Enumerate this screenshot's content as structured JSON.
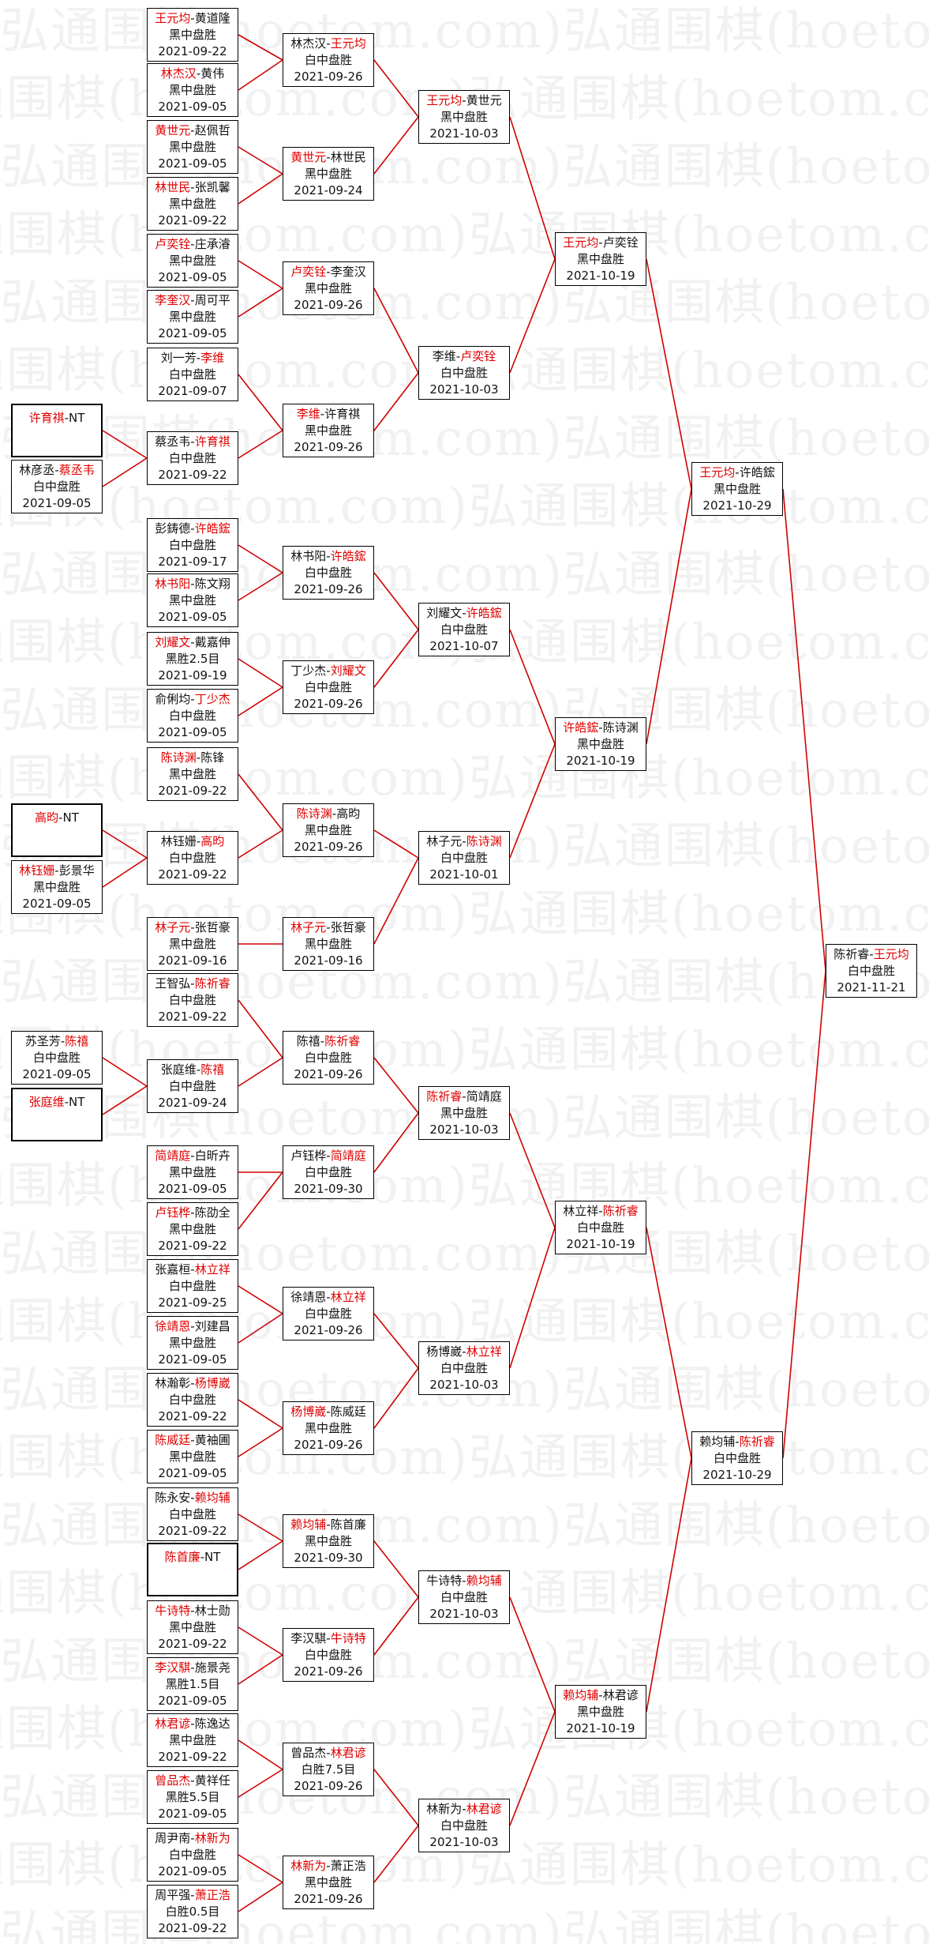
{
  "watermark": "弘通围棋(hoetom.com)",
  "colors": {
    "winner": "#e00000",
    "line": "#d00000",
    "border": "#000000"
  },
  "matches": {
    "final": {
      "a": "陈祈睿",
      "b": "王元均",
      "w": "b",
      "result": "白中盘胜",
      "date": "2021-11-21"
    },
    "sf1": {
      "a": "王元均",
      "b": "许皓鋐",
      "w": "a",
      "result": "黑中盘胜",
      "date": "2021-10-29"
    },
    "sf2": {
      "a": "赖均辅",
      "b": "陈祈睿",
      "w": "b",
      "result": "白中盘胜",
      "date": "2021-10-29"
    },
    "qf1": {
      "a": "王元均",
      "b": "卢奕铨",
      "w": "a",
      "result": "黑中盘胜",
      "date": "2021-10-19"
    },
    "qf2": {
      "a": "许皓鋐",
      "b": "陈诗渊",
      "w": "a",
      "result": "黑中盘胜",
      "date": "2021-10-19"
    },
    "qf3": {
      "a": "林立祥",
      "b": "陈祈睿",
      "w": "b",
      "result": "白中盘胜",
      "date": "2021-10-19"
    },
    "qf4": {
      "a": "赖均辅",
      "b": "林君谚",
      "w": "a",
      "result": "黑中盘胜",
      "date": "2021-10-19"
    },
    "r16_1": {
      "a": "王元均",
      "b": "黄世元",
      "w": "a",
      "result": "黑中盘胜",
      "date": "2021-10-03"
    },
    "r16_2": {
      "a": "李维",
      "b": "卢奕铨",
      "w": "b",
      "result": "白中盘胜",
      "date": "2021-10-03"
    },
    "r16_3": {
      "a": "刘耀文",
      "b": "许皓鋐",
      "w": "b",
      "result": "白中盘胜",
      "date": "2021-10-07"
    },
    "r16_4": {
      "a": "林子元",
      "b": "陈诗渊",
      "w": "b",
      "result": "白中盘胜",
      "date": "2021-10-01"
    },
    "r16_5": {
      "a": "陈祈睿",
      "b": "简靖庭",
      "w": "a",
      "result": "黑中盘胜",
      "date": "2021-10-03"
    },
    "r16_6": {
      "a": "杨博崴",
      "b": "林立祥",
      "w": "b",
      "result": "白中盘胜",
      "date": "2021-10-03"
    },
    "r16_7": {
      "a": "牛诗特",
      "b": "赖均辅",
      "w": "b",
      "result": "白中盘胜",
      "date": "2021-10-03"
    },
    "r16_8": {
      "a": "林新为",
      "b": "林君谚",
      "w": "b",
      "result": "白中盘胜",
      "date": "2021-10-03"
    },
    "r32_1": {
      "a": "林杰汉",
      "b": "王元均",
      "w": "b",
      "result": "白中盘胜",
      "date": "2021-09-26"
    },
    "r32_2": {
      "a": "黄世元",
      "b": "林世民",
      "w": "a",
      "result": "黑中盘胜",
      "date": "2021-09-24"
    },
    "r32_3": {
      "a": "卢奕铨",
      "b": "李奎汉",
      "w": "a",
      "result": "黑中盘胜",
      "date": "2021-09-26"
    },
    "r32_4": {
      "a": "李维",
      "b": "许育祺",
      "w": "a",
      "result": "黑中盘胜",
      "date": "2021-09-26"
    },
    "r32_5": {
      "a": "林书阳",
      "b": "许皓鋐",
      "w": "b",
      "result": "白中盘胜",
      "date": "2021-09-26"
    },
    "r32_6": {
      "a": "丁少杰",
      "b": "刘耀文",
      "w": "b",
      "result": "白中盘胜",
      "date": "2021-09-26"
    },
    "r32_7": {
      "a": "陈诗渊",
      "b": "高昀",
      "w": "a",
      "result": "黑中盘胜",
      "date": "2021-09-26"
    },
    "r32_8": {
      "a": "林子元",
      "b": "张哲豪",
      "w": "a",
      "result": "黑中盘胜",
      "date": "2021-09-16"
    },
    "r32_9": {
      "a": "陈禧",
      "b": "陈祈睿",
      "w": "b",
      "result": "白中盘胜",
      "date": "2021-09-26"
    },
    "r32_10": {
      "a": "卢钰桦",
      "b": "简靖庭",
      "w": "b",
      "result": "白中盘胜",
      "date": "2021-09-30"
    },
    "r32_11": {
      "a": "徐靖恩",
      "b": "林立祥",
      "w": "b",
      "result": "白中盘胜",
      "date": "2021-09-26"
    },
    "r32_12": {
      "a": "杨博崴",
      "b": "陈威廷",
      "w": "a",
      "result": "黑中盘胜",
      "date": "2021-09-26"
    },
    "r32_13": {
      "a": "赖均辅",
      "b": "陈首廉",
      "w": "a",
      "result": "黑中盘胜",
      "date": "2021-09-30"
    },
    "r32_14": {
      "a": "李汉騏",
      "b": "牛诗特",
      "w": "b",
      "result": "白中盘胜",
      "date": "2021-09-26"
    },
    "r32_15": {
      "a": "曾品杰",
      "b": "林君谚",
      "w": "b",
      "result": "白胜7.5目",
      "date": "2021-09-26"
    },
    "r32_16": {
      "a": "林新为",
      "b": "萧正浩",
      "w": "a",
      "result": "黑中盘胜",
      "date": "2021-09-26"
    },
    "r64_1": {
      "a": "王元均",
      "b": "黄道隆",
      "w": "a",
      "result": "黑中盘胜",
      "date": "2021-09-22"
    },
    "r64_2": {
      "a": "林杰汉",
      "b": "黄伟",
      "w": "a",
      "result": "黑中盘胜",
      "date": "2021-09-05"
    },
    "r64_3": {
      "a": "黄世元",
      "b": "赵佩哲",
      "w": "a",
      "result": "黑中盘胜",
      "date": "2021-09-05"
    },
    "r64_4": {
      "a": "林世民",
      "b": "张凯馨",
      "w": "a",
      "result": "黑中盘胜",
      "date": "2021-09-22"
    },
    "r64_5": {
      "a": "卢奕铨",
      "b": "庄承濬",
      "w": "a",
      "result": "黑中盘胜",
      "date": "2021-09-05"
    },
    "r64_6": {
      "a": "李奎汉",
      "b": "周可平",
      "w": "a",
      "result": "黑中盘胜",
      "date": "2021-09-05"
    },
    "r64_7": {
      "a": "刘一芳",
      "b": "李维",
      "w": "b",
      "result": "白中盘胜",
      "date": "2021-09-07"
    },
    "r64_8": {
      "a": "蔡丞韦",
      "b": "许育祺",
      "w": "b",
      "result": "白中盘胜",
      "date": "2021-09-22"
    },
    "r64_9": {
      "a": "彭鋳德",
      "b": "许皓鋐",
      "w": "b",
      "result": "白中盘胜",
      "date": "2021-09-17"
    },
    "r64_10": {
      "a": "林书阳",
      "b": "陈文翔",
      "w": "a",
      "result": "黑中盘胜",
      "date": "2021-09-05"
    },
    "r64_11": {
      "a": "刘耀文",
      "b": "戴嘉伸",
      "w": "a",
      "result": "黑胜2.5目",
      "date": "2021-09-19"
    },
    "r64_12": {
      "a": "俞俐均",
      "b": "丁少杰",
      "w": "b",
      "result": "白中盘胜",
      "date": "2021-09-05"
    },
    "r64_13": {
      "a": "陈诗渊",
      "b": "陈锋",
      "w": "a",
      "result": "黑中盘胜",
      "date": "2021-09-22"
    },
    "r64_14": {
      "a": "林钰姗",
      "b": "高昀",
      "w": "b",
      "result": "白中盘胜",
      "date": "2021-09-22"
    },
    "r64_16": {
      "a": "林子元",
      "b": "张哲豪",
      "w": "a",
      "result": "黑中盘胜",
      "date": "2021-09-16"
    },
    "r64_17": {
      "a": "王智弘",
      "b": "陈祈睿",
      "w": "b",
      "result": "白中盘胜",
      "date": "2021-09-22"
    },
    "r64_18": {
      "a": "张庭维",
      "b": "陈禧",
      "w": "b",
      "result": "白中盘胜",
      "date": "2021-09-24"
    },
    "r64_19": {
      "a": "简靖庭",
      "b": "白昕卉",
      "w": "a",
      "result": "黑中盘胜",
      "date": "2021-09-05"
    },
    "r64_20": {
      "a": "卢钰桦",
      "b": "陈劭全",
      "w": "a",
      "result": "黑中盘胜",
      "date": "2021-09-22"
    },
    "r64_21": {
      "a": "张嘉桓",
      "b": "林立祥",
      "w": "b",
      "result": "白中盘胜",
      "date": "2021-09-25"
    },
    "r64_22": {
      "a": "徐靖恩",
      "b": "刘建昌",
      "w": "a",
      "result": "黑中盘胜",
      "date": "2021-09-05"
    },
    "r64_23": {
      "a": "林瀚彰",
      "b": "杨博崴",
      "w": "b",
      "result": "白中盘胜",
      "date": "2021-09-22"
    },
    "r64_24": {
      "a": "陈威廷",
      "b": "黄袖圃",
      "w": "a",
      "result": "黑中盘胜",
      "date": "2021-09-05"
    },
    "r64_25": {
      "a": "陈永安",
      "b": "赖均辅",
      "w": "b",
      "result": "白中盘胜",
      "date": "2021-09-22"
    },
    "r64_26": {
      "a": "陈首廉",
      "b": "NT",
      "w": "a",
      "result": "",
      "date": ""
    },
    "r64_27": {
      "a": "牛诗特",
      "b": "林士勋",
      "w": "a",
      "result": "黑中盘胜",
      "date": "2021-09-22"
    },
    "r64_28": {
      "a": "李汉騏",
      "b": "施景尧",
      "w": "a",
      "result": "黑胜1.5目",
      "date": "2021-09-05"
    },
    "r64_29": {
      "a": "林君谚",
      "b": "陈逸达",
      "w": "a",
      "result": "黑中盘胜",
      "date": "2021-09-22"
    },
    "r64_30": {
      "a": "曾品杰",
      "b": "黄祥任",
      "w": "a",
      "result": "黑胜5.5目",
      "date": "2021-09-05"
    },
    "r64_31": {
      "a": "周尹南",
      "b": "林新为",
      "w": "b",
      "result": "白中盘胜",
      "date": "2021-09-05"
    },
    "r64_32": {
      "a": "周平强",
      "b": "萧正浩",
      "w": "b",
      "result": "白胜0.5目",
      "date": "2021-09-22"
    },
    "r128_1": {
      "a": "许育祺",
      "b": "NT",
      "w": "a",
      "result": "",
      "date": ""
    },
    "r128_2": {
      "a": "林彦丞",
      "b": "蔡丞韦",
      "w": "b",
      "result": "白中盘胜",
      "date": "2021-09-05"
    },
    "r128_3": {
      "a": "高昀",
      "b": "NT",
      "w": "a",
      "result": "",
      "date": ""
    },
    "r128_4": {
      "a": "林钰姗",
      "b": "彭景华",
      "w": "a",
      "result": "黑中盘胜",
      "date": "2021-09-05"
    },
    "r128_5": {
      "a": "苏圣芳",
      "b": "陈禧",
      "w": "b",
      "result": "白中盘胜",
      "date": "2021-09-05"
    },
    "r128_6": {
      "a": "张庭维",
      "b": "NT",
      "w": "a",
      "result": "",
      "date": ""
    }
  }
}
